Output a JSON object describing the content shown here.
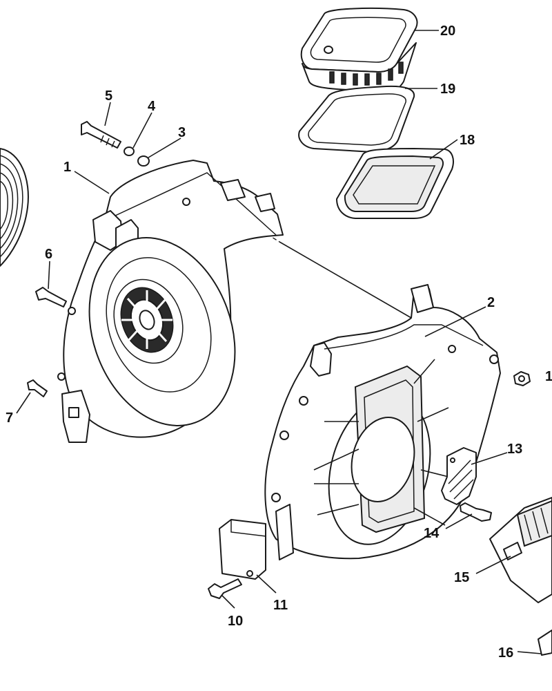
{
  "callouts": {
    "c1": "1",
    "c2": "2",
    "c3": "3",
    "c4": "4",
    "c5": "5",
    "c6": "6",
    "c7": "7",
    "c10": "10",
    "c11": "11",
    "c12": "1",
    "c13": "13",
    "c14": "14",
    "c15": "15",
    "c16": "16",
    "c18": "18",
    "c19": "19",
    "c20": "20"
  }
}
